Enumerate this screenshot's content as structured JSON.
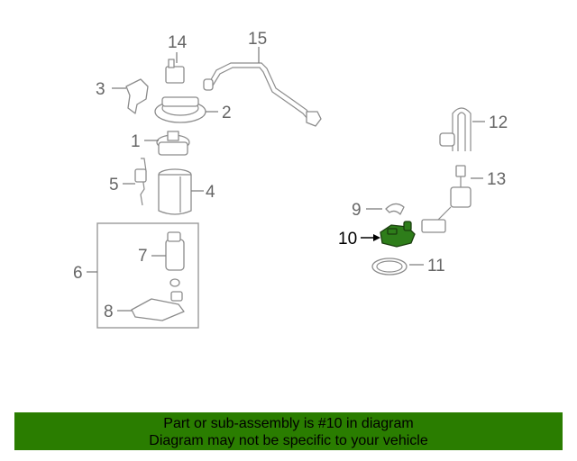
{
  "diagram": {
    "highlighted_part": "10",
    "highlight_color": "#2e7d1a",
    "callouts": [
      "1",
      "2",
      "3",
      "4",
      "5",
      "6",
      "7",
      "8",
      "9",
      "10",
      "11",
      "12",
      "13",
      "14",
      "15"
    ]
  },
  "footer": {
    "line1": "Part or sub-assembly is #10 in diagram",
    "line2": "Diagram may not be specific to your vehicle",
    "background": "#2a7d00"
  }
}
